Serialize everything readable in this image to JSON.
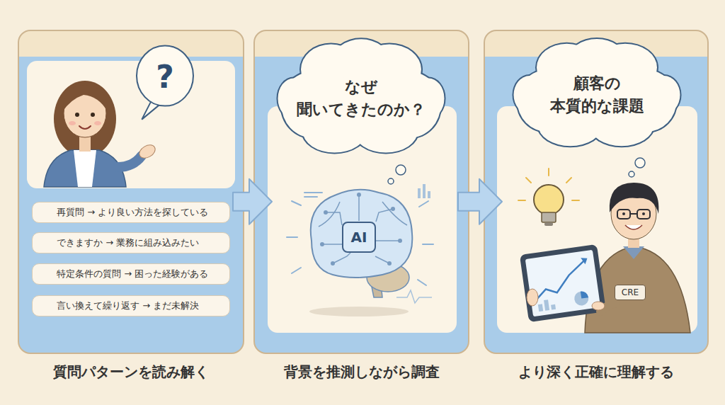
{
  "diagram": {
    "nodes": [
      {
        "text": [
          "質問パターンを読み解く"
        ]
      },
      {
        "text": [
          "再質問 → より良い方法を探している"
        ],
        "in": 0
      },
      {
        "text": [
          "できますか → 業務に組み込みたい"
        ],
        "in": 0
      },
      {
        "text": [
          "特定条件の質問 → 困った経験がある"
        ],
        "in": 0
      },
      {
        "text": [
          "言い換えて繰り返す → まだ未解決"
        ],
        "in": 0
      },
      {
        "text": [
          "?"
        ],
        "in": 0
      },
      {
        "text": [
          "背景を推測しながら調査"
        ]
      },
      {
        "text": [
          "なぜ 聞いてきたのか？"
        ],
        "in": 6
      },
      {
        "text": [
          "AI"
        ],
        "in": 6
      },
      {
        "text": [
          "より深く正確に理解する"
        ]
      },
      {
        "text": [
          "顧客の 本質的な課題"
        ],
        "in": 9
      },
      {
        "text": [
          "CRE"
        ],
        "in": 9
      }
    ],
    "edges": [
      {
        "from": 0,
        "to": 6,
        "arrow": "to"
      },
      {
        "from": 6,
        "to": 9,
        "arrow": "to"
      }
    ]
  }
}
